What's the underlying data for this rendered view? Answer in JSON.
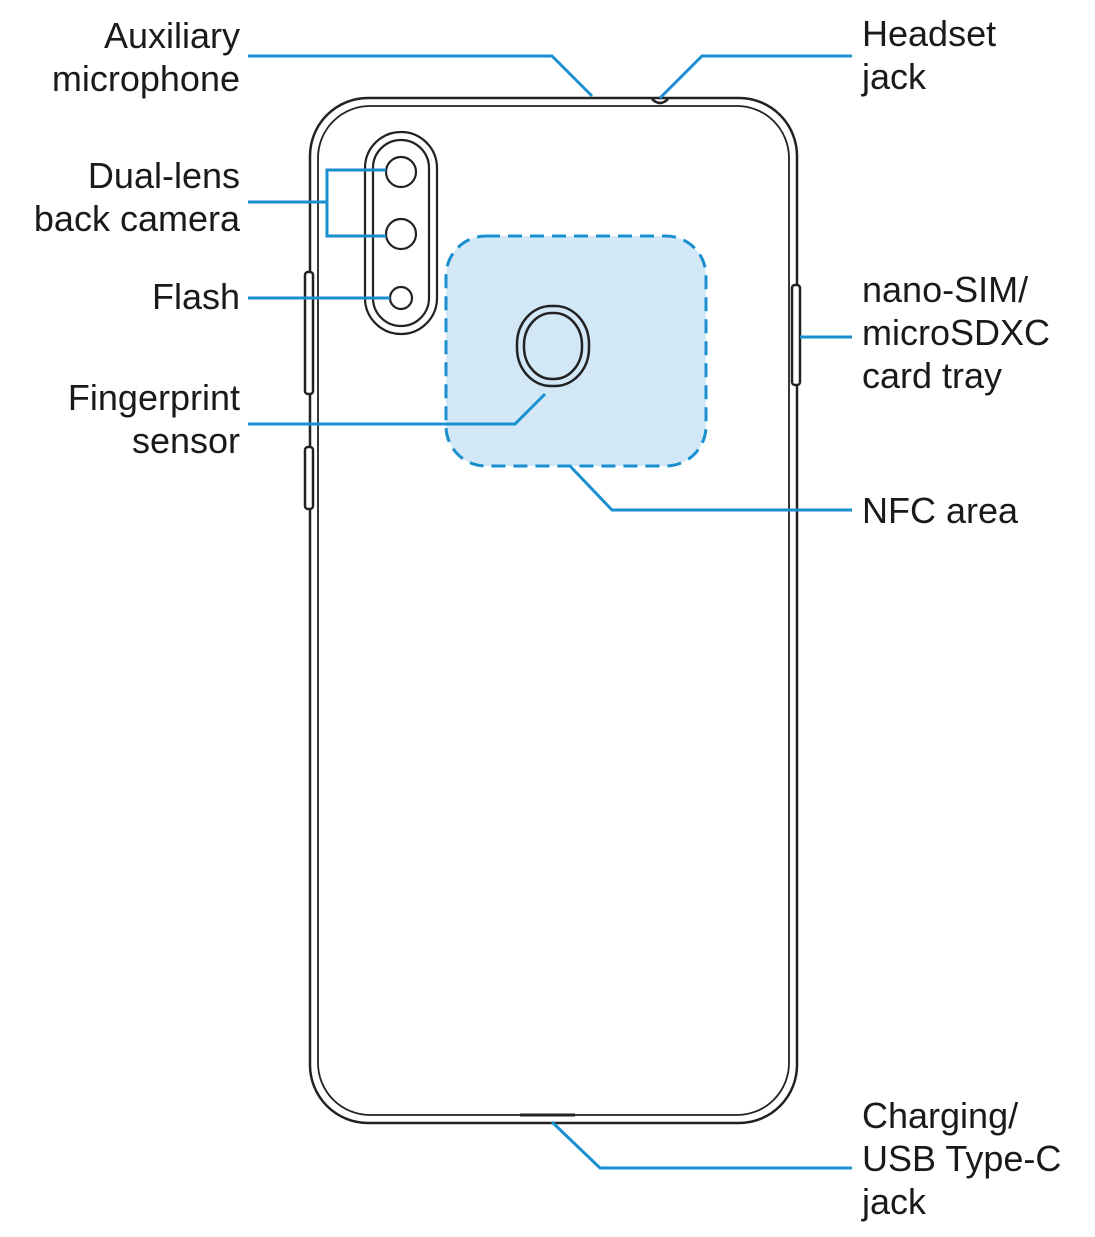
{
  "colors": {
    "leader": "#1a8fd0",
    "nfc_fill": "#d3e8f7",
    "nfc_border": "#1a8fd0",
    "outline": "#222222",
    "text": "#1a1a1a"
  },
  "labels": {
    "auxiliary_microphone": [
      "Auxiliary",
      "microphone"
    ],
    "headset_jack": [
      "Headset",
      "jack"
    ],
    "dual_lens_back_camera": [
      "Dual-lens",
      "back camera"
    ],
    "flash": [
      "Flash"
    ],
    "nano_sim_tray": [
      "nano-SIM/",
      "microSDXC",
      "card tray"
    ],
    "fingerprint_sensor": [
      "Fingerprint",
      "sensor"
    ],
    "nfc_area": [
      "NFC area"
    ],
    "charging_usb_jack": [
      "Charging/",
      "USB Type-C",
      "jack"
    ]
  }
}
